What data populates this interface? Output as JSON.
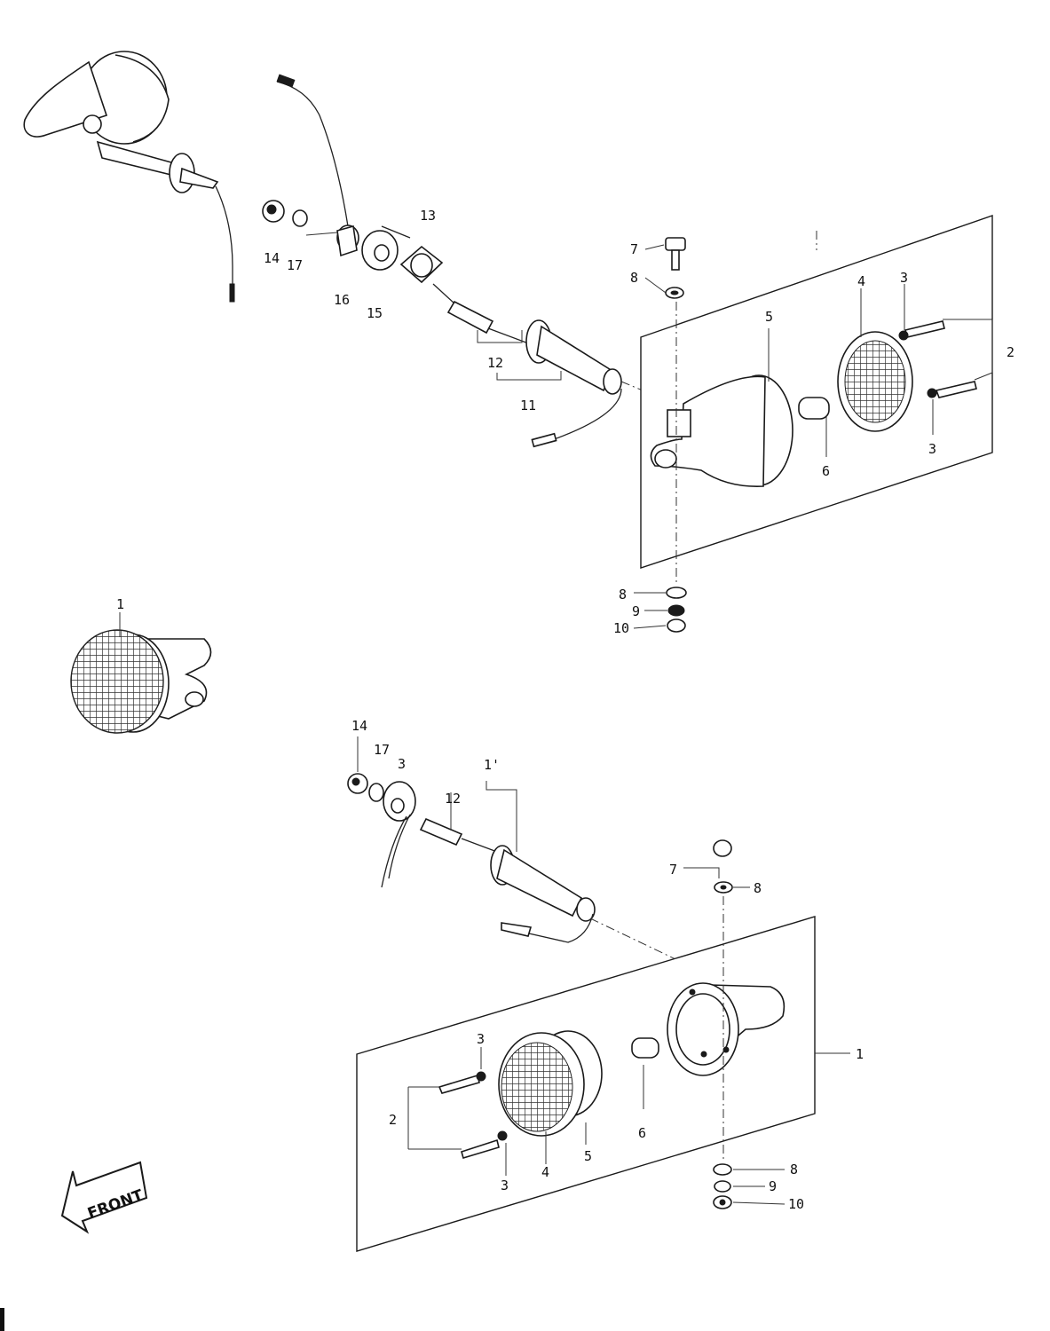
{
  "labels": {
    "u14": "14",
    "u17": "17",
    "u16": "16",
    "u15": "15",
    "u13": "13",
    "u12": "12",
    "u11": "11",
    "u7": "7",
    "u8a": "8",
    "u5": "5",
    "u4": "4",
    "u3a": "3",
    "u2": "2",
    "u3b": "3",
    "u6": "6",
    "u8b": "8",
    "u9": "9",
    "u10": "10",
    "lone1": "1",
    "l14": "14",
    "l17": "17",
    "l13": "3",
    "l11": "1'",
    "l12": "12",
    "l7": "7",
    "l8a": "8",
    "l1": "1",
    "l3a": "3",
    "l2": "2",
    "l6": "6",
    "l5": "5",
    "l3b": "3",
    "l4": "4",
    "l8b": "8",
    "l9": "9",
    "l10": "10"
  },
  "front_label": "FRONT"
}
